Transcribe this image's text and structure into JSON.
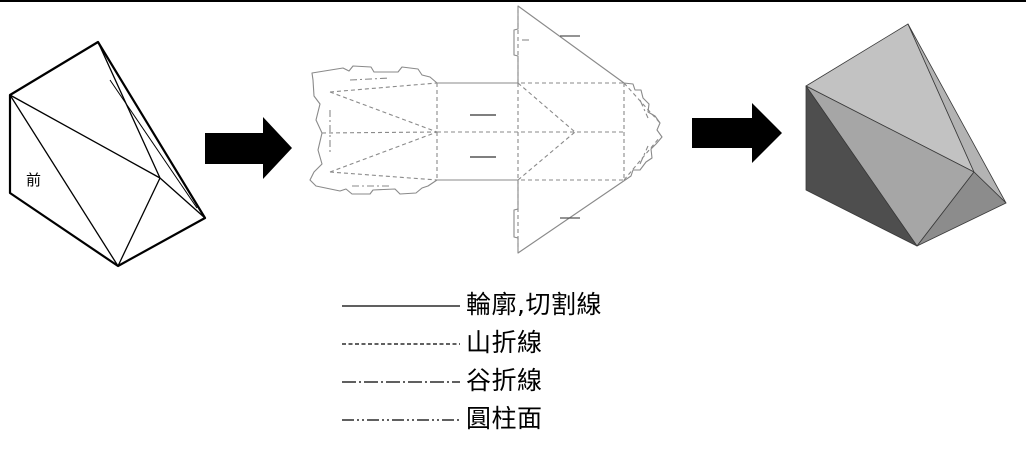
{
  "figure": {
    "front_face_label": "前",
    "legend": [
      {
        "line_style": "solid",
        "label": "輪廓,切割線"
      },
      {
        "line_style": "dashed",
        "label": "山折線"
      },
      {
        "line_style": "dash-dot",
        "label": "谷折線"
      },
      {
        "line_style": "dash-dot-dot",
        "label": "圓柱面"
      }
    ],
    "colors": {
      "line": "#000000",
      "net_line": "#8a8a8a",
      "shade_light": "#bfbfbf",
      "shade_mid": "#a4a4a4",
      "shade_dark": "#555555"
    }
  }
}
